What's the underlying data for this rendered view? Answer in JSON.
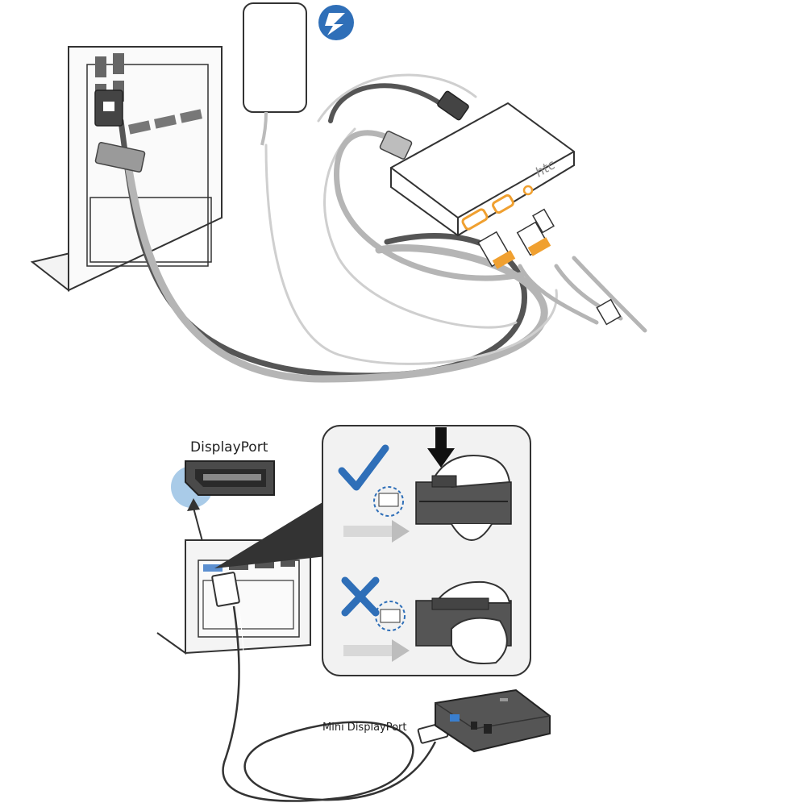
{
  "labels": {
    "displayport": "DisplayPort",
    "mini_displayport": "Mini DisplayPort",
    "link_box_brand": "htc"
  },
  "icons": {
    "power_badge": "lightning-bolt-icon",
    "usb_symbol": "usb-icon",
    "correct_mark": "checkmark-icon",
    "wrong_mark": "cross-icon",
    "press_arrow": "down-arrow-icon",
    "insert_arrow": "right-arrow-icon"
  },
  "colors": {
    "accent_blue": "#2f6fb8",
    "port_orange": "#f0a030",
    "cable_dark": "#555555",
    "cable_gray": "#b5b5b5",
    "highlight_blue": "#a9cbe8"
  }
}
